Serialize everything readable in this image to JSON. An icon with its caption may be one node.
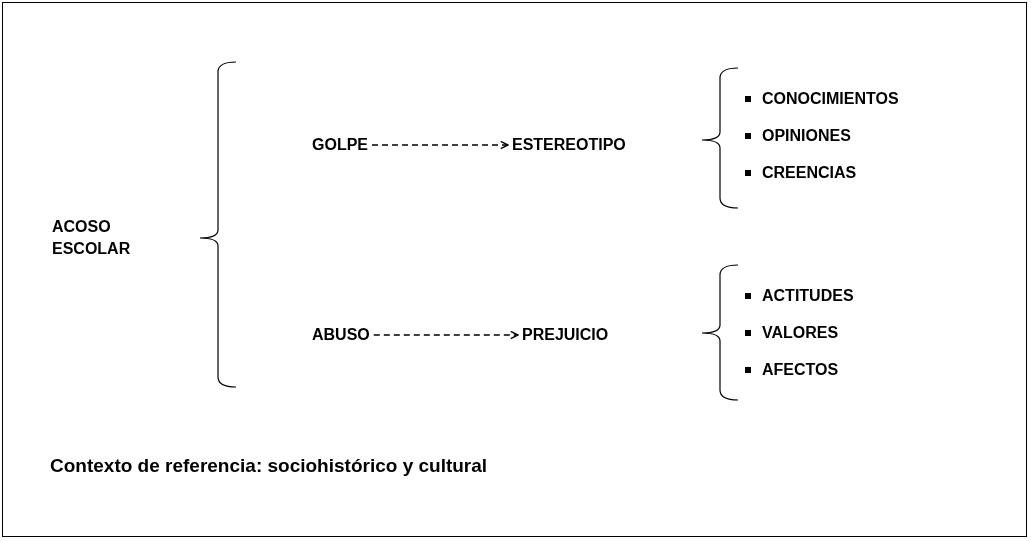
{
  "diagram": {
    "caption": "Contexto de referencia: sociohistórico y cultural",
    "nodes": [
      {
        "text": [
          "ACOSO ESCOLAR"
        ]
      },
      {
        "text": [
          "GOLPE"
        ]
      },
      {
        "text": [
          "ESTEREOTIPO"
        ]
      },
      {
        "text": [
          "ABUSO"
        ]
      },
      {
        "text": [
          "PREJUICIO"
        ]
      }
    ],
    "edges": [
      {
        "from": 1,
        "to": 2,
        "arrow": "to",
        "style": "dashed"
      },
      {
        "from": 3,
        "to": 4,
        "arrow": "to",
        "style": "dashed"
      }
    ],
    "labels": [
      "CONOCIMIENTOS",
      "OPINIONES",
      "CREENCIAS",
      "ACTITUDES",
      "VALORES",
      "AFECTOS"
    ]
  }
}
